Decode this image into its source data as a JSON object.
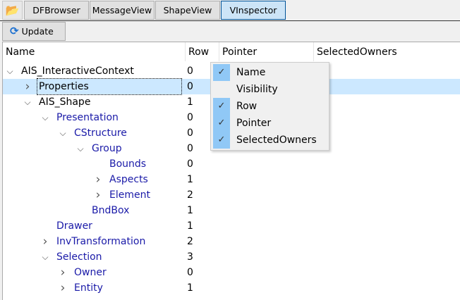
{
  "tabs": {
    "open_icon": "folder-open-icon",
    "items": [
      "DFBrowser",
      "MessageView",
      "ShapeView",
      "VInspector"
    ],
    "active": "VInspector"
  },
  "toolbar": {
    "update_label": "Update",
    "update_icon": "refresh-icon"
  },
  "columns": [
    "Name",
    "Row",
    "Pointer",
    "SelectedOwners"
  ],
  "rows": [
    {
      "name": "AIS_InteractiveContext",
      "row": "0",
      "level": 0,
      "arrow": "expanded",
      "blue": false
    },
    {
      "name": "Properties",
      "row": "0",
      "level": 1,
      "arrow": "collapsed",
      "blue": false,
      "selected": true
    },
    {
      "name": "AIS_Shape",
      "row": "1",
      "level": 1,
      "arrow": "expanded",
      "blue": false
    },
    {
      "name": "Presentation",
      "row": "0",
      "level": 2,
      "arrow": "expanded",
      "blue": true
    },
    {
      "name": "CStructure",
      "row": "0",
      "level": 3,
      "arrow": "expanded",
      "blue": true
    },
    {
      "name": "Group",
      "row": "0",
      "level": 4,
      "arrow": "expanded",
      "blue": true
    },
    {
      "name": "Bounds",
      "row": "0",
      "level": 5,
      "arrow": "none",
      "blue": true
    },
    {
      "name": "Aspects",
      "row": "1",
      "level": 5,
      "arrow": "collapsed",
      "blue": true
    },
    {
      "name": "Element",
      "row": "2",
      "level": 5,
      "arrow": "collapsed",
      "blue": true
    },
    {
      "name": "BndBox",
      "row": "1",
      "level": 4,
      "arrow": "none",
      "blue": true
    },
    {
      "name": "Drawer",
      "row": "1",
      "level": 2,
      "arrow": "none",
      "blue": true
    },
    {
      "name": "InvTransformation",
      "row": "2",
      "level": 2,
      "arrow": "collapsed",
      "blue": true
    },
    {
      "name": "Selection",
      "row": "3",
      "level": 2,
      "arrow": "expanded",
      "blue": true
    },
    {
      "name": "Owner",
      "row": "0",
      "level": 3,
      "arrow": "collapsed",
      "blue": true
    },
    {
      "name": "Entity",
      "row": "1",
      "level": 3,
      "arrow": "collapsed",
      "blue": true
    }
  ],
  "menu": [
    {
      "label": "Name",
      "checked": true
    },
    {
      "label": "Visibility",
      "checked": false
    },
    {
      "label": "Row",
      "checked": true
    },
    {
      "label": "Pointer",
      "checked": true
    },
    {
      "label": "SelectedOwners",
      "checked": true
    }
  ]
}
